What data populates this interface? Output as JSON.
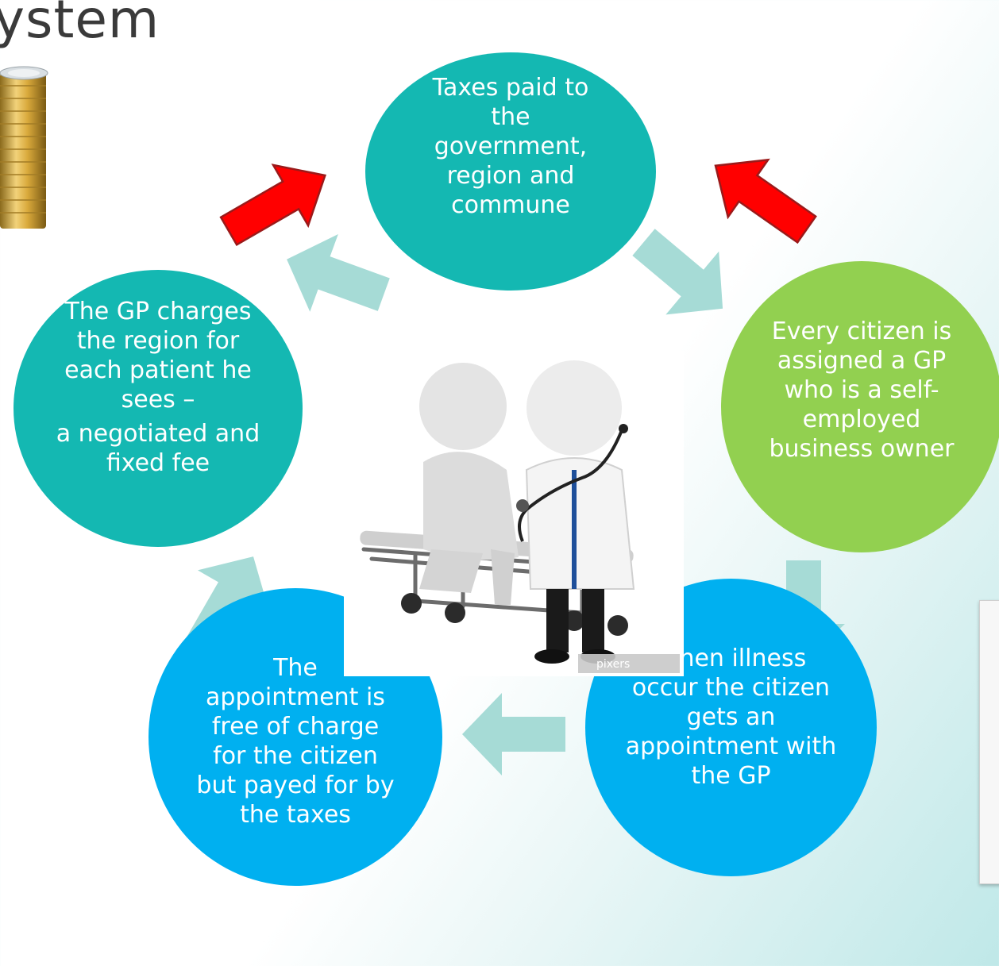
{
  "title": "ystem",
  "colors": {
    "teal": "#14b8b2",
    "green": "#92d050",
    "blue": "#00b0f0",
    "arrow_light": "#a6dbd6",
    "arrow_red": "#ff0000"
  },
  "cycle": {
    "taxes": "Taxes paid to the government, region and commune",
    "gp_assigned": "Every citizen is assigned a GP who is a self-employed business owner",
    "illness": "When illness occur the citizen gets an appointment with the GP",
    "appointment": "The appointment is free of charge for the citizen but payed for by the taxes",
    "gp_charges": "The GP charges the region for each patient he sees –",
    "gp_charges_fee": "a negotiated and fixed fee"
  },
  "illustration": {
    "subject": "doctor-with-stethoscope-examining-patient",
    "watermark": "pixers"
  },
  "icons": [
    "coin-stack-icon",
    "red-arrow-icon",
    "cycle-arrow-icon"
  ]
}
